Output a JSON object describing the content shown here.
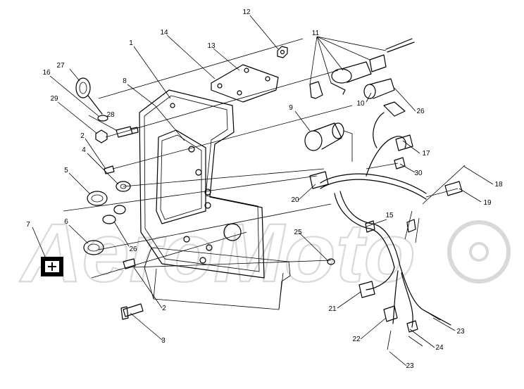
{
  "watermark": "AeroMoto",
  "callouts": [
    "1",
    "2",
    "2",
    "3",
    "4",
    "5",
    "6",
    "7",
    "8",
    "9",
    "10",
    "11",
    "12",
    "13",
    "14",
    "15",
    "16",
    "17",
    "18",
    "19",
    "20",
    "21",
    "22",
    "23",
    "23",
    "24",
    "25",
    "26",
    "26",
    "27",
    "28",
    "29",
    "30"
  ]
}
